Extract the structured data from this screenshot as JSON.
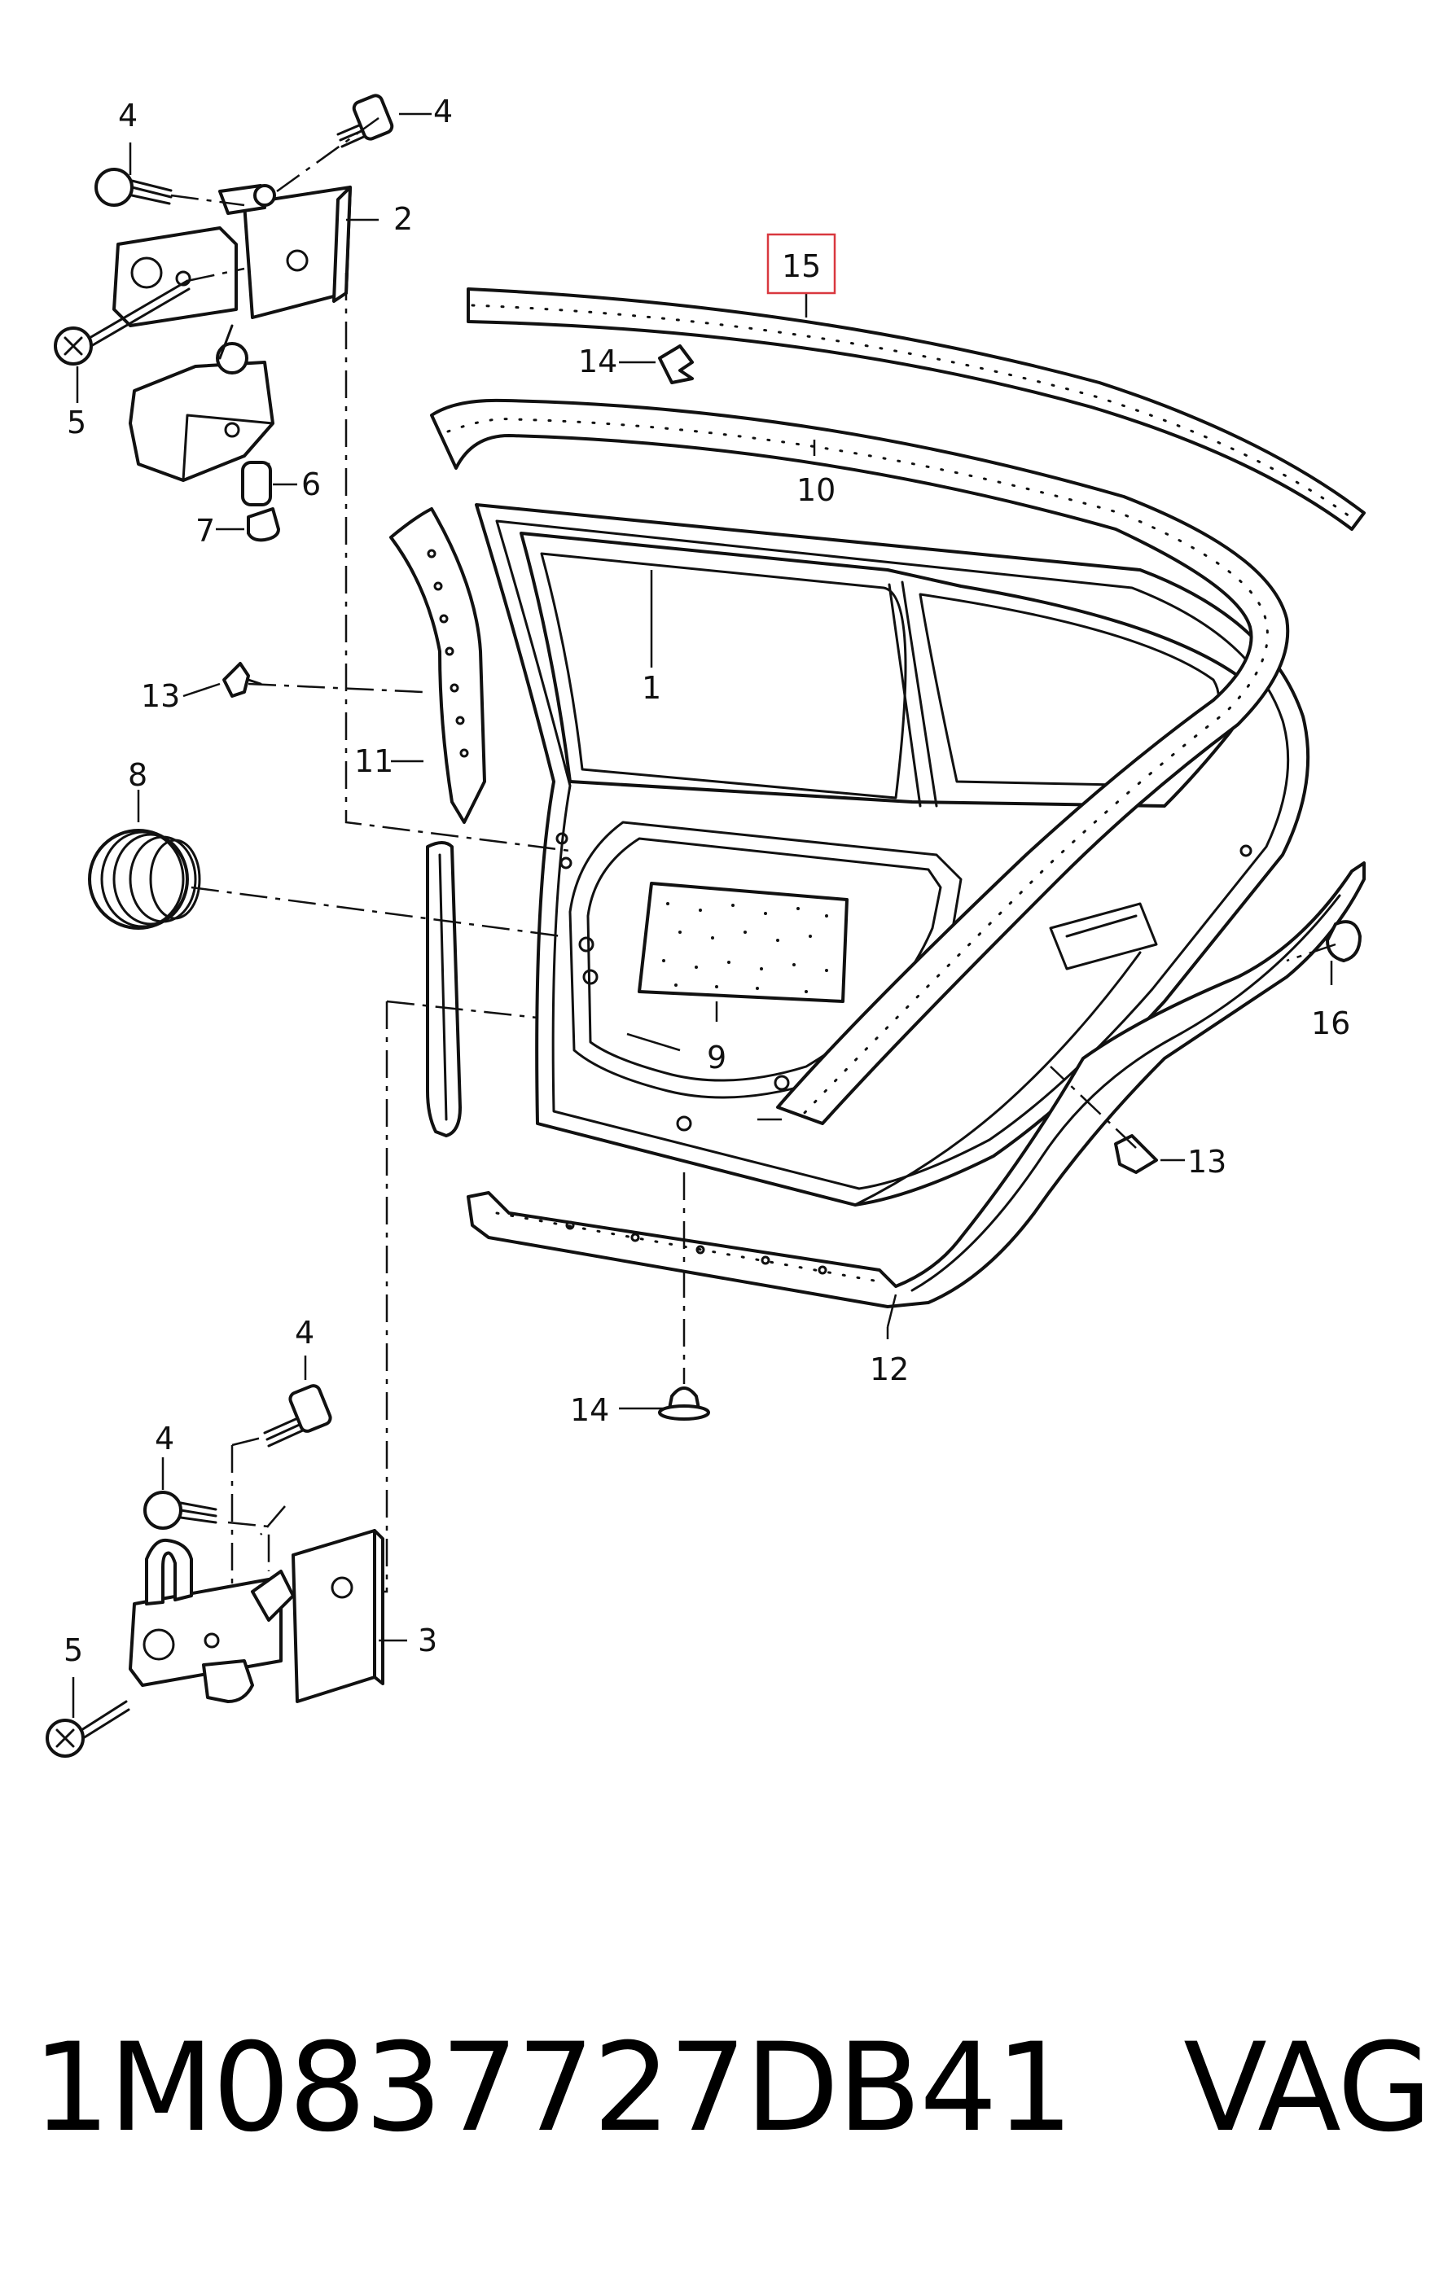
{
  "diagram": {
    "callouts": [
      "1",
      "2",
      "3",
      "4",
      "4",
      "4",
      "4",
      "5",
      "5",
      "6",
      "7",
      "8",
      "9",
      "10",
      "11",
      "12",
      "13",
      "13",
      "14",
      "14",
      "15",
      "16"
    ],
    "highlighted_callout": "15",
    "highlight_color": "#d9383f"
  },
  "footer": {
    "part_number": "1M0837727DB41",
    "brand": "VAG",
    "text": "1M0837727DB41   VAG"
  }
}
